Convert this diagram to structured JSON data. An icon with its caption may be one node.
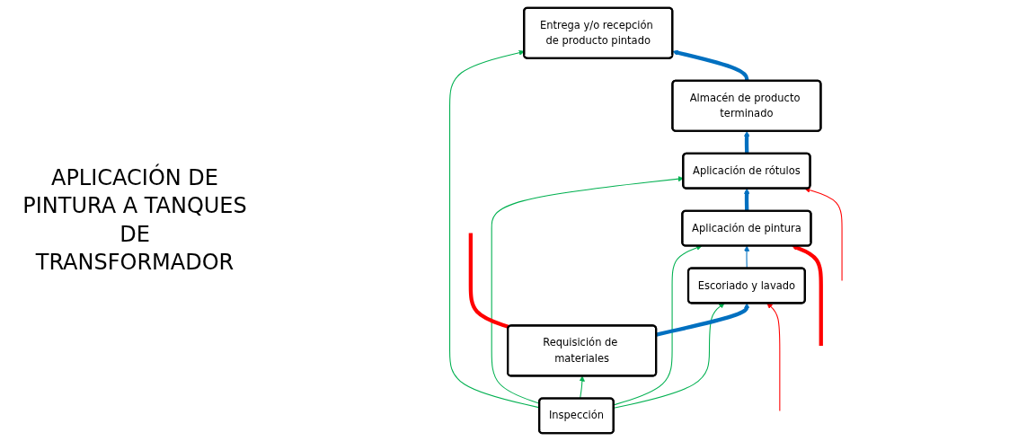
{
  "diagram": {
    "title": "APLICACIÓN DE PINTURA A TANQUES DE TRANSFORMADOR",
    "nodes": [
      {
        "text": [
          "Inspección"
        ]
      },
      {
        "text": [
          "Entrega y/o recepción de producto pintado"
        ]
      },
      {
        "text": [
          "Requisición de materiales"
        ]
      },
      {
        "text": [
          "Almacén de producto terminado"
        ]
      },
      {
        "text": [
          "Aplicación de rótulos"
        ]
      },
      {
        "text": [
          "Aplicación de pintura"
        ]
      },
      {
        "text": [
          "Escoriado y lavado"
        ]
      }
    ],
    "edges": [
      {
        "from": 0,
        "to": 1,
        "arrow": "to",
        "color": "#00b050"
      },
      {
        "from": 0,
        "to": 2,
        "arrow": "to",
        "color": "#00b050"
      },
      {
        "from": 0,
        "to": 6,
        "arrow": "to",
        "color": "#00b050"
      },
      {
        "from": 0,
        "to": 4,
        "arrow": "to",
        "color": "#00b050"
      },
      {
        "from": 0,
        "to": 5,
        "arrow": "to",
        "color": "#00b050"
      },
      {
        "from": 2,
        "to": 6,
        "arrow": "to",
        "style": "thick",
        "color": "#0070c0"
      },
      {
        "from": 6,
        "to": 5,
        "arrow": "to",
        "color": "#0070c0"
      },
      {
        "from": 5,
        "to": 4,
        "arrow": "to",
        "style": "thick",
        "color": "#0070c0"
      },
      {
        "from": 4,
        "to": 3,
        "arrow": "to",
        "style": "thick",
        "color": "#0070c0"
      },
      {
        "from": 3,
        "to": 1,
        "arrow": "to",
        "style": "thick",
        "color": "#0070c0"
      },
      {
        "from": 2,
        "to": null,
        "arrow": "none",
        "style": "thick",
        "color": "#ff0000"
      },
      {
        "from": null,
        "to": 6,
        "arrow": "to",
        "color": "#ff0000"
      },
      {
        "from": null,
        "to": 5,
        "arrow": "to",
        "style": "thick",
        "color": "#ff0000"
      },
      {
        "from": null,
        "to": 4,
        "arrow": "to",
        "color": "#ff0000"
      }
    ]
  }
}
